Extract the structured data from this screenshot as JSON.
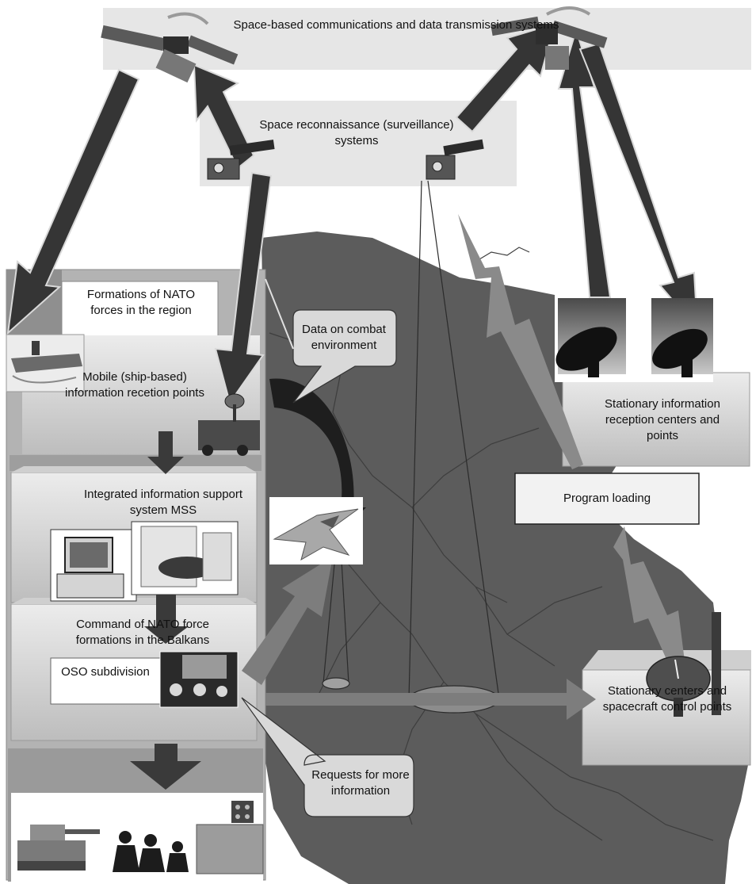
{
  "labels": {
    "space_comms": "Space-based communications and data transmission systems",
    "space_recon": "Space reconnaissance (surveillance) systems",
    "nato_formations": "Formations of NATO forces in the region",
    "combat_data": "Data on combat environment",
    "mobile_points": "Mobile (ship-based) information recetion points",
    "stationary_reception": "Stationary information reception centers and points",
    "program_loading": "Program loading",
    "integrated_system": "Integrated information support system MSS",
    "command_balkans": "Command of NATO force formations in the Balkans",
    "oso": "OSO subdivision",
    "stationary_control": "Stationary centers and spacecraft control points",
    "requests": "Requests for more information"
  },
  "icons": [
    "satellite-icon",
    "reconnaissance-satellite-icon",
    "aircraft-carrier-icon",
    "military-truck-icon",
    "fighter-jet-icon",
    "satellite-dish-icon",
    "computer-workstation-icon",
    "server-equipment-icon",
    "command-room-icon",
    "tank-icon",
    "soldiers-icon",
    "rocket-launcher-icon"
  ],
  "colors": {
    "background": "#ffffff",
    "panel": "#d6d6d6",
    "map": "#5a5a5a",
    "arrow_dark": "#3a3a3a",
    "arrow_mid": "#808080"
  }
}
